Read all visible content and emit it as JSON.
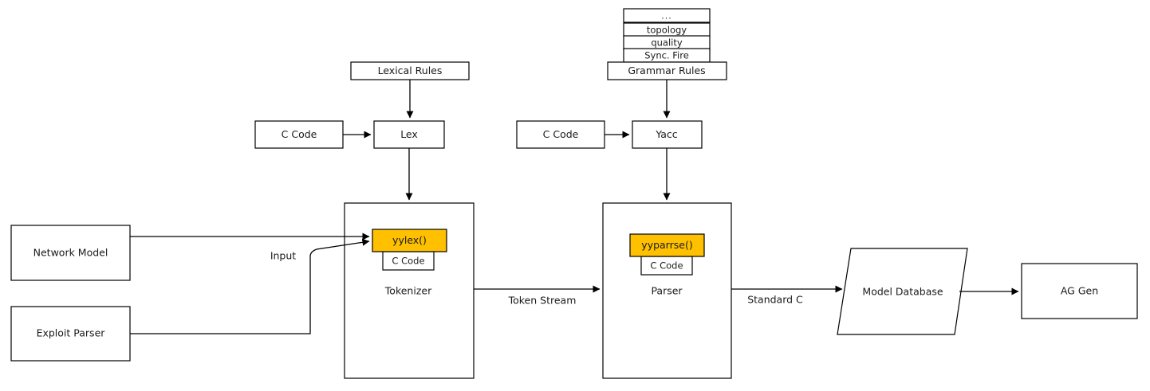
{
  "diagram": {
    "type": "flow-diagram",
    "accent_color": "#FFC000",
    "stroke_color": "#000000",
    "background_color": "#FFFFFF",
    "nodes": {
      "lexical_rules": "Lexical Rules",
      "grammar_rules": "Grammar Rules",
      "grammar_stack": [
        "...",
        "topology",
        "quality",
        "Sync. Fire"
      ],
      "c_code_lex": "C Code",
      "c_code_yacc": "C Code",
      "lex": "Lex",
      "yacc": "Yacc",
      "network_model": "Network Model",
      "exploit_parser": "Exploit Parser",
      "tokenizer": "Tokenizer",
      "tokenizer_fn": "yylex()",
      "tokenizer_ccode": "C Code",
      "parser": "Parser",
      "parser_fn": "yyparrse()",
      "parser_ccode": "C Code",
      "model_database": "Model Database",
      "ag_gen": "AG Gen"
    },
    "edge_labels": {
      "input": "Input",
      "token_stream": "Token Stream",
      "standard_c": "Standard C"
    }
  }
}
